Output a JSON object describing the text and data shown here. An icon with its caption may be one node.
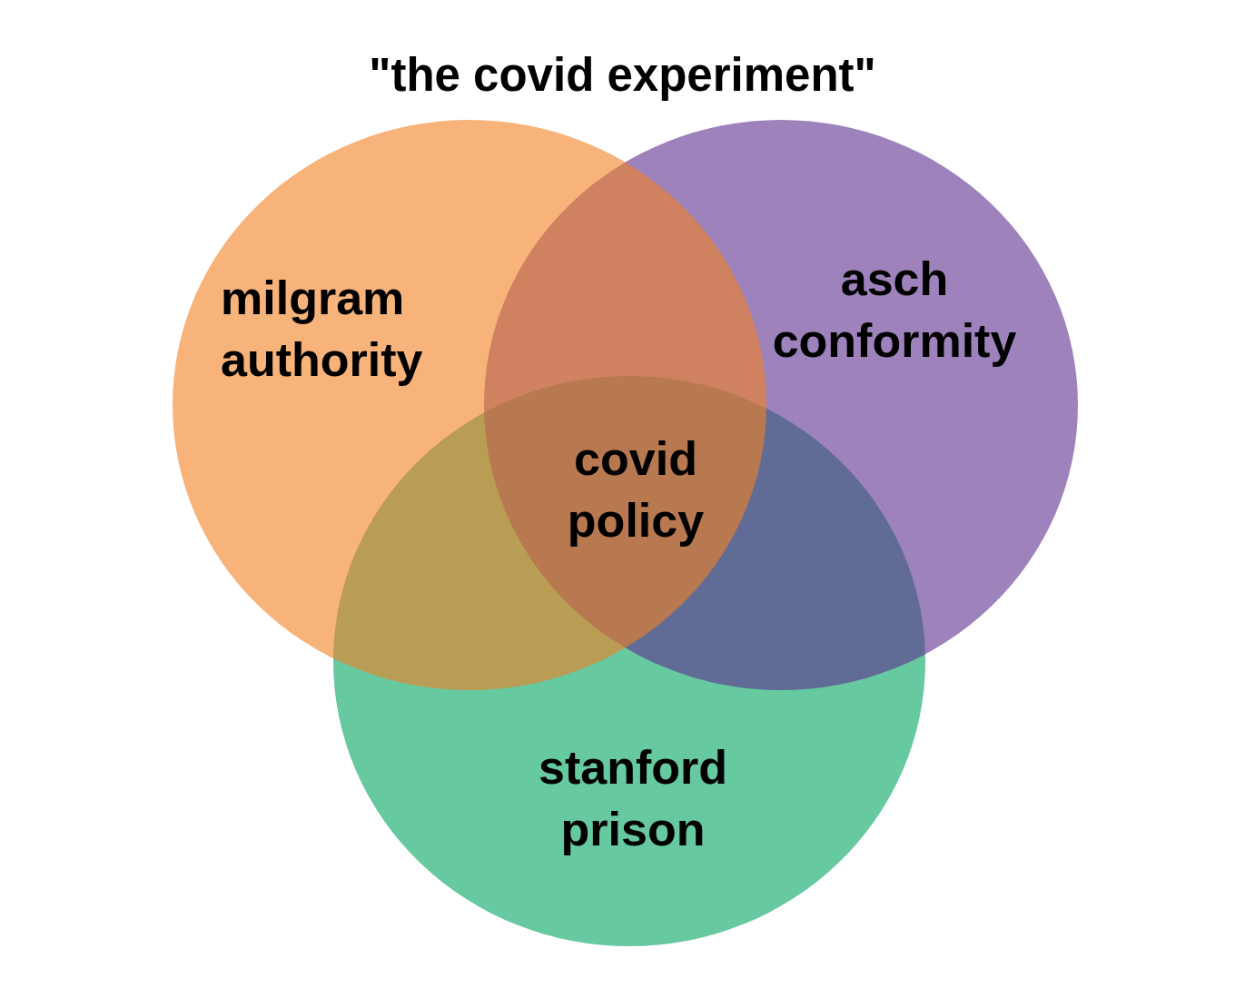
{
  "diagram": {
    "title": "\"the covid experiment\"",
    "nodes": [
      {
        "text": [
          "milgram authority"
        ]
      },
      {
        "text": [
          "asch conformity"
        ]
      },
      {
        "text": [
          "stanford prison"
        ]
      }
    ],
    "labels": [
      "covid policy"
    ]
  }
}
